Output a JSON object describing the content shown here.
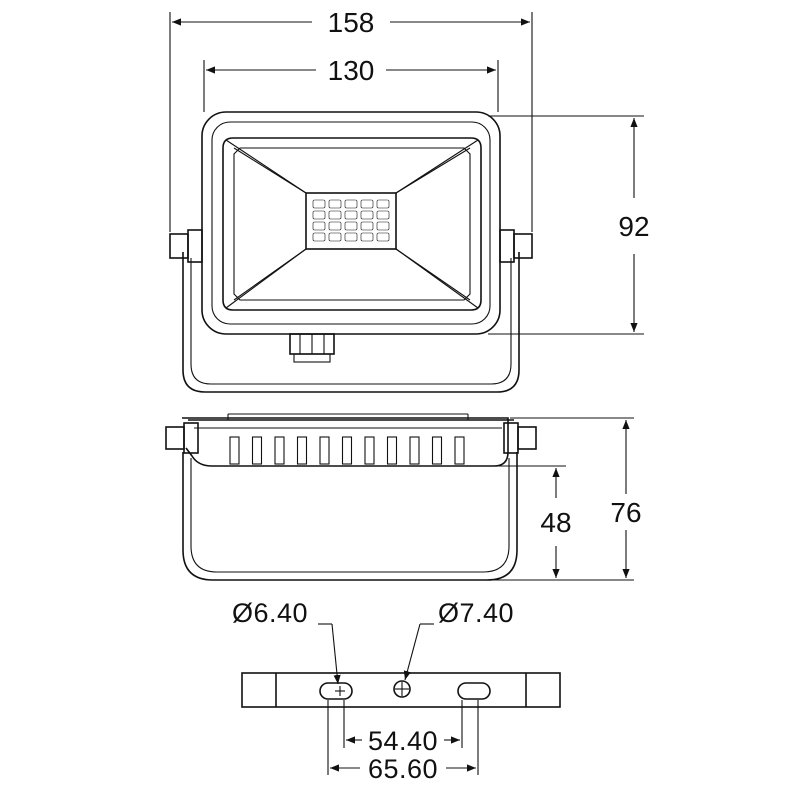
{
  "drawing": {
    "front_view": {
      "overall_width": "158",
      "housing_width": "130",
      "housing_height": "92",
      "led_array": {
        "rows": 4,
        "cols": 5
      }
    },
    "side_view": {
      "depth": "48",
      "total_height": "76"
    },
    "bracket_view": {
      "slot_diameter": "Ø6.40",
      "hole_diameter": "Ø7.40",
      "slot_spacing_inner": "54.40",
      "slot_spacing_outer": "65.60"
    }
  }
}
